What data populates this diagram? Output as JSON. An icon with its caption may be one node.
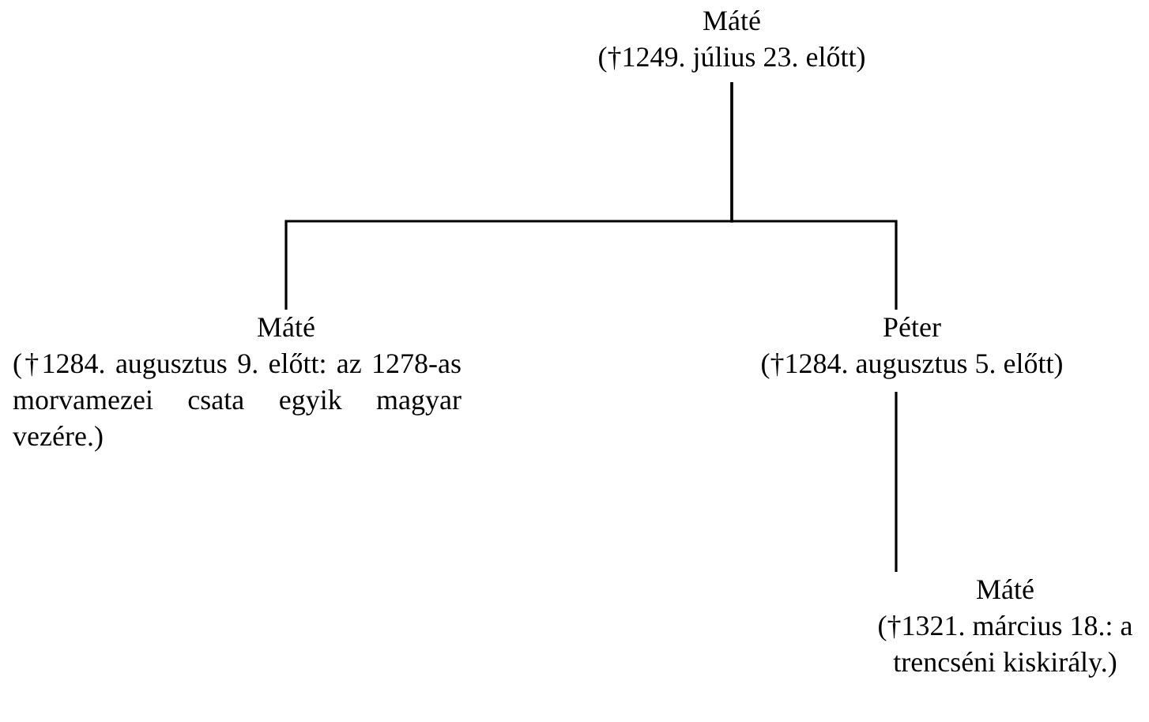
{
  "diagram": {
    "nodes": [
      {
        "text": [
          "Máté",
          "(†1249. július 23. előtt)"
        ]
      },
      {
        "text": [
          "Máté",
          "(†1284. augusztus 9. előtt: az 1278-as morvamezei csata egyik magyar vezére.)"
        ]
      },
      {
        "text": [
          "Péter",
          "(†1284. augusztus 5. előtt)"
        ]
      },
      {
        "text": [
          "Máté",
          "(†1321. március 18.: a trencséni kiskirály.)"
        ]
      }
    ],
    "edges": [
      {
        "from": 0,
        "to": 1,
        "arrow": "none"
      },
      {
        "from": 0,
        "to": 2,
        "arrow": "none"
      },
      {
        "from": 2,
        "to": 3,
        "arrow": "none"
      }
    ]
  }
}
